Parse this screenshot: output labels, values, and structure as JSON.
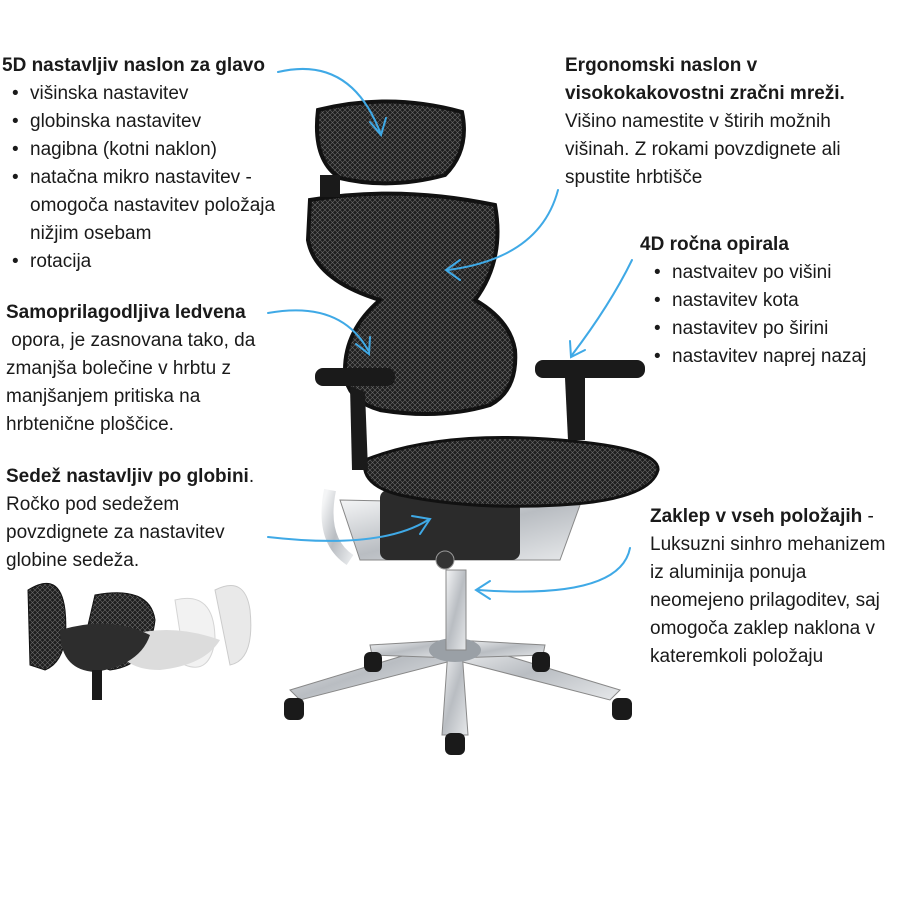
{
  "headrest": {
    "title": "5D nastavljiv naslon za glavo",
    "items": [
      "višinska nastavitev",
      "globinska nastavitev",
      "nagibna (kotni naklon)",
      "natačna mikro nastavitev - omogoča nastavitev položaja nižjim osebam",
      "rotacija"
    ]
  },
  "backrest": {
    "title": "Ergonomski naslon v visokokakovostni zračni mreži.",
    "text": "Višino namestite v štirih možnih višinah. Z rokami povzdignete ali spustite hrbtišče"
  },
  "armrest": {
    "title": "4D ročna opirala",
    "items": [
      "nastvaitev po višini",
      "nastavitev kota",
      "nastavitev po širini",
      "nastavitev naprej nazaj"
    ]
  },
  "lumbar": {
    "title": "Samoprilagodljiva ledvena",
    "text": " opora, je zasnovana tako, da zmanjša bolečine v hrbtu z manjšanjem pritiska na hrbtenične ploščice."
  },
  "seat": {
    "title": "Sedež nastavljiv po globini",
    "suffix": ".",
    "text": "Ročko pod sedežem povzdignete za nastavitev globine sedeža."
  },
  "lock": {
    "title": "Zaklep v vseh položajih",
    "suffix": " -",
    "text": "Luksuzni sinhro mehanizem iz aluminija ponuja neomejeno prilagoditev, saj omogoča zaklep naklona v kateremkoli položaju"
  },
  "colors": {
    "arrow": "#3fa9e6",
    "mesh": "#2a2a2a",
    "aluminum": "#c8ccd0",
    "text": "#1a1a1a"
  }
}
